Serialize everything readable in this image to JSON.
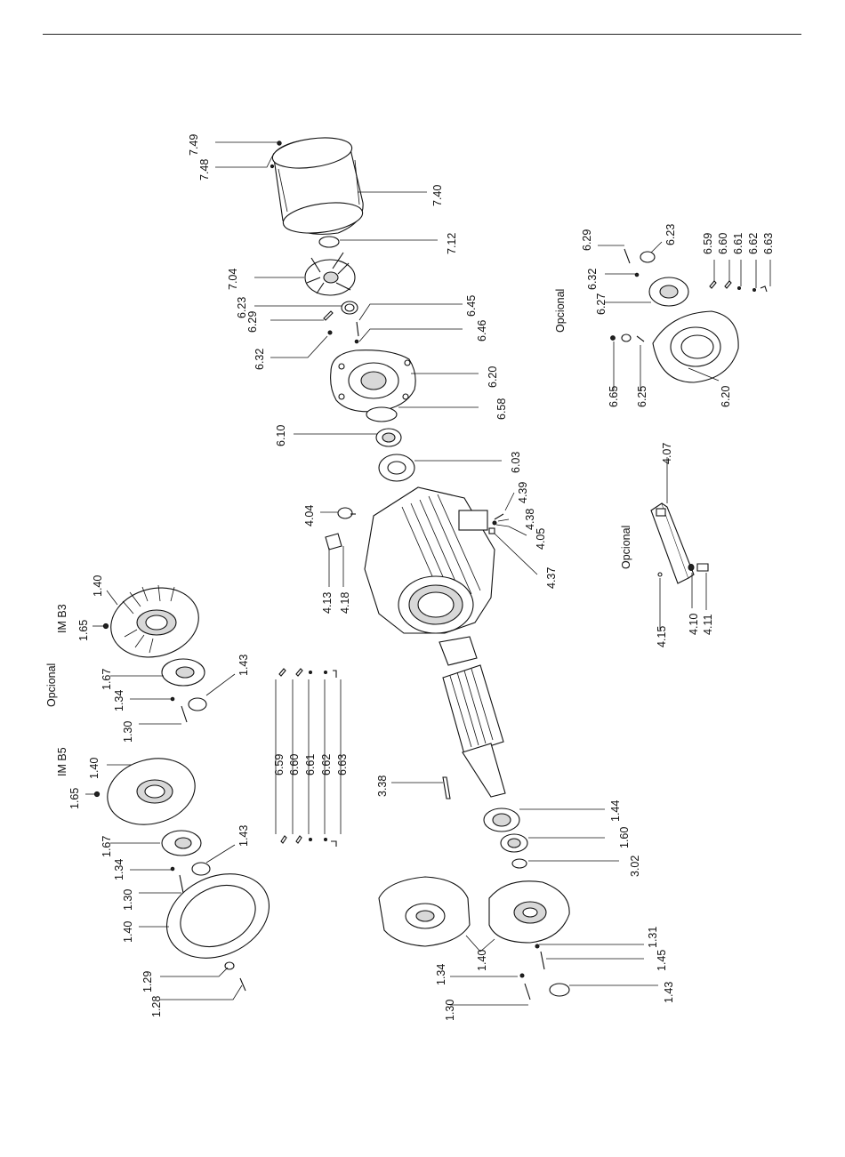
{
  "colors": {
    "line": "#111111",
    "paper": "#ffffff",
    "shade": "#d8d8d8"
  },
  "labels": {
    "l749": "7.49",
    "l748": "7.48",
    "l740": "7.40",
    "l712": "7.12",
    "l704": "7.04",
    "l623a": "6.23",
    "l629a": "6.29",
    "l632a": "6.32",
    "l645": "6.45",
    "l646": "6.46",
    "l620a": "6.20",
    "l658": "6.58",
    "l610": "6.10",
    "l603": "6.03",
    "l439": "4.39",
    "l438": "4.38",
    "l405": "4.05",
    "l437": "4.37",
    "l404": "4.04",
    "l413": "4.13",
    "l418": "4.18",
    "l140a": "1.40",
    "l165a": "1.65",
    "imb3": "IM B3",
    "opc1": "Opcional",
    "l167a": "1.67",
    "l134a": "1.34",
    "l130a": "1.30",
    "l143a": "1.43",
    "imb5": "IM B5",
    "l140b": "1.40",
    "l165b": "1.65",
    "l167b": "1.67",
    "l134b": "1.34",
    "l130b": "1.30",
    "l143b": "1.43",
    "l140c": "1.40",
    "l129": "1.29",
    "l128": "1.28",
    "l659a": "6.59",
    "l660a": "6.60",
    "l661a": "6.61",
    "l662a": "6.62",
    "l663a": "6.63",
    "l338": "3.38",
    "l144": "1.44",
    "l160": "1.60",
    "l302": "3.02",
    "l140d": "1.40",
    "l134c": "1.34",
    "l130c": "1.30",
    "l131": "1.31",
    "l145": "1.45",
    "l143c": "1.43",
    "l629b": "6.29",
    "l623b": "6.23",
    "l632b": "6.32",
    "l627": "6.27",
    "opc2": "Opcional",
    "l665": "6.65",
    "l625": "6.25",
    "l620b": "6.20",
    "l659b": "6.59",
    "l660b": "6.60",
    "l661b": "6.61",
    "l662b": "6.62",
    "l663b": "6.63",
    "l407": "4.07",
    "opc3": "Opcional",
    "l415": "4.15",
    "l410": "4.10",
    "l411": "4.11"
  }
}
